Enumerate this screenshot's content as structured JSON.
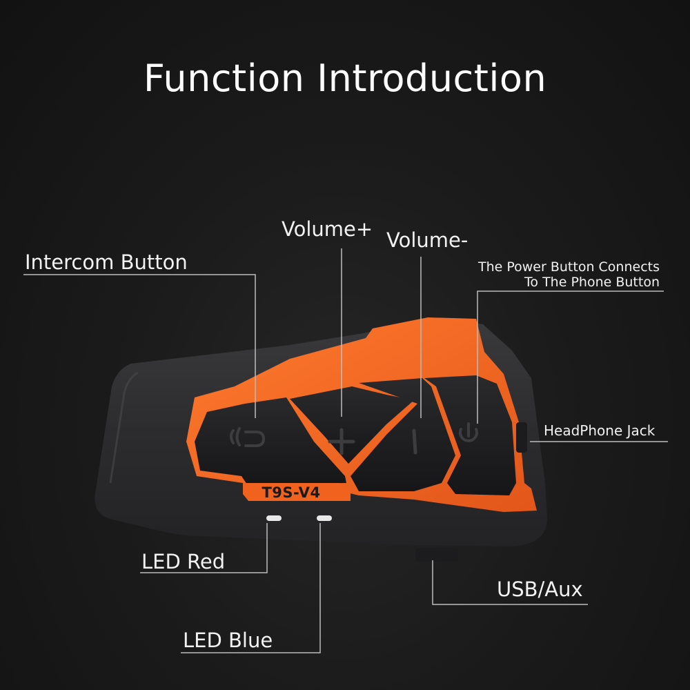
{
  "title": "Function Introduction",
  "model_label": "T9S-V4",
  "labels": {
    "volume_plus": "Volume+",
    "volume_minus": "Volume-",
    "intercom": "Intercom Button",
    "power_line1": "The Power Button Connects",
    "power_line2": "To The Phone  Button",
    "headphone_jack": "HeadPhone Jack",
    "led_red": "LED Red",
    "usb_aux": "USB/Aux",
    "led_blue": "LED Blue"
  },
  "colors": {
    "accent_orange": "#f2621f",
    "device_body": "#2b2b2d",
    "button_black": "#1c1c1e",
    "leader_line": "#bdbdbd"
  },
  "icons": [
    "intercom-icon",
    "plus-icon",
    "minus-icon",
    "power-icon"
  ]
}
